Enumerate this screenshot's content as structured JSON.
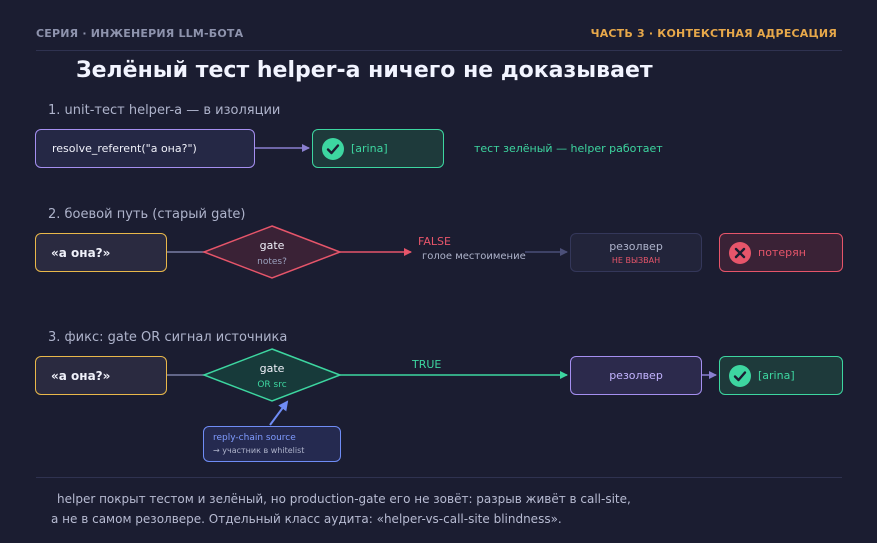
{
  "header": {
    "series": "СЕРИЯ · ИНЖЕНЕРИЯ LLM-БОТА",
    "part": "ЧАСТЬ 3 · КОНТЕКСТНАЯ АДРЕСАЦИЯ"
  },
  "title": "Зелёный тест helper-а ничего не доказывает",
  "section1": {
    "heading": "1. unit-тест helper-а — в изоляции",
    "call": "resolve_referent(\"а она?\")",
    "result": "[arina]",
    "note": "тест зелёный — helper работает"
  },
  "section2": {
    "heading": "2. боевой путь (старый gate)",
    "input": "«а она?»",
    "gate_title": "gate",
    "gate_sub": "notes?",
    "false_label": "FALSE",
    "false_note": "голое местоимение",
    "resolver": "резолвер",
    "resolver_status": "НЕ ВЫЗВАН",
    "result": "потерян"
  },
  "section3": {
    "heading": "3. фикс: gate OR сигнал источника",
    "input": "«а она?»",
    "gate_title": "gate",
    "gate_sub": "OR src",
    "true_label": "TRUE",
    "resolver": "резолвер",
    "result": "[arina]",
    "source_title": "reply-chain source",
    "source_sub": "→ участник в whitelist"
  },
  "footer": {
    "line1": "helper покрыт тестом и зелёный, но production-gate его не зовёт: разрыв живёт в call-site,",
    "line2": "а не в самом резолвере. Отдельный класс аудита: «helper-vs-call-site blindness»."
  },
  "colors": {
    "background": "#1b1d31",
    "node_fill": "#252845",
    "purple": "#a58ff0",
    "green": "#3dd6a0",
    "yellow": "#e9b84a",
    "red": "#e6556a",
    "blue": "#6f8cf5",
    "orange": "#e7a84a"
  },
  "icons": [
    "check-icon",
    "cross-icon"
  ]
}
